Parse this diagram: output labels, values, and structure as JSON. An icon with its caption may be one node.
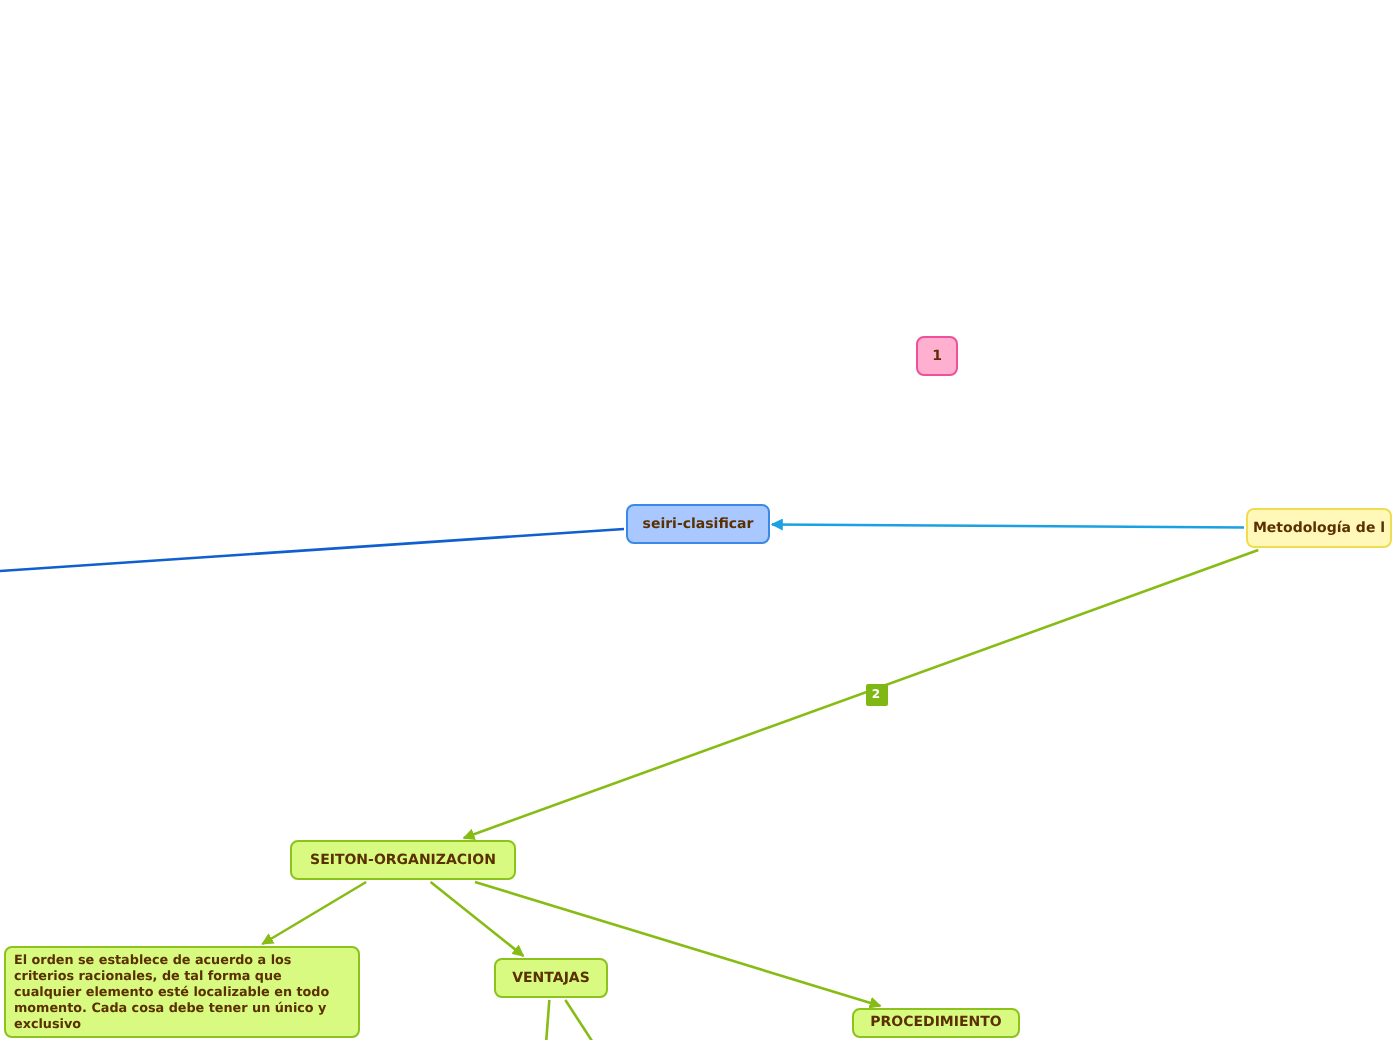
{
  "diagram": {
    "nodes": [
      {
        "text": [
          "1"
        ]
      },
      {
        "text": [
          "Metodología de l"
        ]
      },
      {
        "text": [
          "seiri-clasificar"
        ]
      },
      {
        "text": [
          "SEITON-ORGANIZACION"
        ]
      },
      {
        "text": [
          "El orden se establece de acuerdo a los criterios racionales, de tal forma que cualquier elemento esté localizable en todo momento. Cada cosa debe tener un único y exclusivo"
        ]
      },
      {
        "text": [
          "VENTAJAS"
        ]
      },
      {
        "text": [
          "PROCEDIMIENTO"
        ]
      }
    ],
    "edges": [
      {
        "from": 1,
        "to": 2,
        "arrow": "to",
        "color": "#1ba1e2"
      },
      {
        "from": 2,
        "to": null,
        "arrow": "none",
        "color": "#0f5fcf"
      },
      {
        "from": 1,
        "to": 3,
        "arrow": "to",
        "label": "2"
      },
      {
        "from": 3,
        "to": 4,
        "arrow": "to"
      },
      {
        "from": 3,
        "to": 5,
        "arrow": "to"
      },
      {
        "from": 3,
        "to": 6,
        "arrow": "to"
      },
      {
        "from": 5,
        "to": null,
        "arrow": "none"
      },
      {
        "from": 5,
        "to": null,
        "arrow": "none"
      }
    ]
  }
}
